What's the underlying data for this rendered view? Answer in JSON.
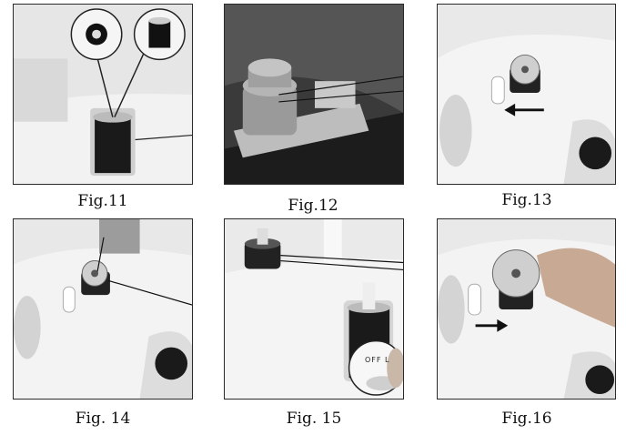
{
  "figures": [
    {
      "id": "fig11",
      "caption": "Fig.11"
    },
    {
      "id": "fig12",
      "caption": "Fig.12"
    },
    {
      "id": "fig13",
      "caption": "Fig.13"
    },
    {
      "id": "fig14",
      "caption": "Fig. 14"
    },
    {
      "id": "fig15",
      "caption": "Fig. 15",
      "switch_label": "OFF L"
    },
    {
      "id": "fig16",
      "caption": "Fig.16"
    }
  ],
  "colors": {
    "frame": "#2a2a2a",
    "machine": "#ededed",
    "background": "#ffffff"
  }
}
